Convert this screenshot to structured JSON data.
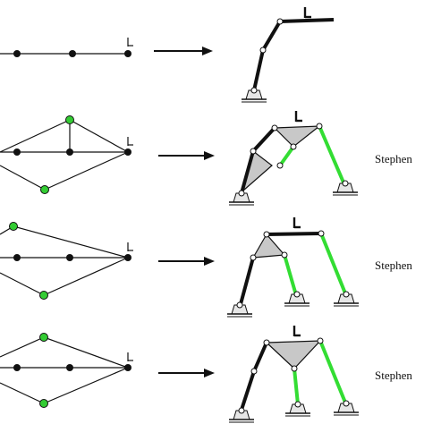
{
  "rows": [
    {
      "label": ""
    },
    {
      "label": "Stephen"
    },
    {
      "label": "Stephen"
    },
    {
      "label": "Stephen"
    }
  ],
  "colors": {
    "line": "#111111",
    "green_joint": "#33cc33",
    "green_link": "#33dd33",
    "plate": "#c8c8c8",
    "ground": "#e6e6e6"
  },
  "icons": {
    "arrow": "right-arrow-icon",
    "ground_pivot": "ground-pivot-icon",
    "output_marker": "output-marker-icon"
  }
}
